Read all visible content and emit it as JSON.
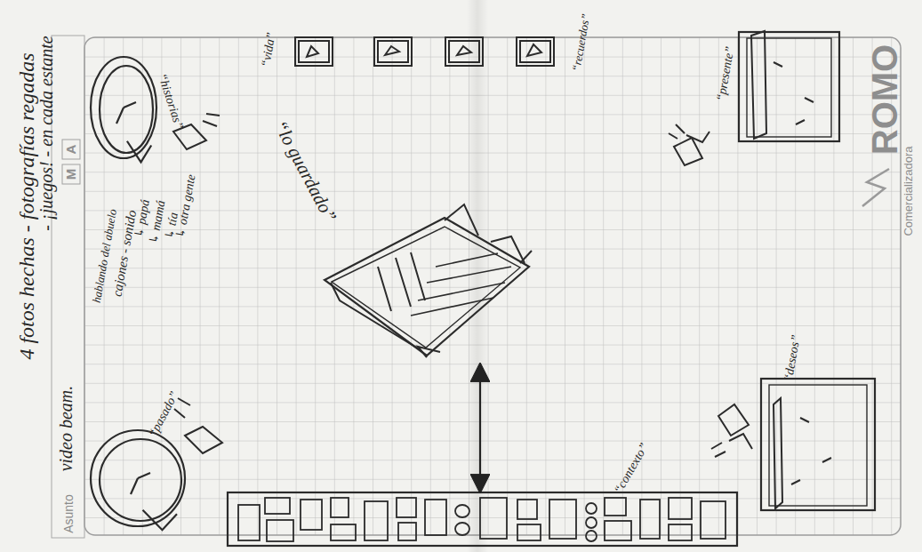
{
  "diagram": {
    "nodes": [
      {
        "text": [
          "“historias”"
        ]
      },
      {
        "text": [
          "“lo guardado”"
        ]
      },
      {
        "text": [
          "“presente”"
        ]
      },
      {
        "text": [
          "“pasado”"
        ]
      },
      {
        "text": [
          "“deseos”"
        ]
      },
      {
        "text": [
          "“contexto”"
        ]
      }
    ],
    "edges": [
      {
        "from": 1,
        "to": 5,
        "arrow": "both"
      }
    ],
    "labels": [
      "4 fotos hechas - fotografías regadas",
      "- ¡juegos! - en cada estante",
      "Asunto",
      "video beam.",
      "M",
      "A",
      "ROMO",
      "Comercializadora",
      "cajones - sonido",
      "hablando del abuelo",
      "↳ papá",
      "↳ mamá",
      "↳ tía",
      "↳ otra gente",
      "“vida”",
      "“recuerdos”"
    ]
  }
}
